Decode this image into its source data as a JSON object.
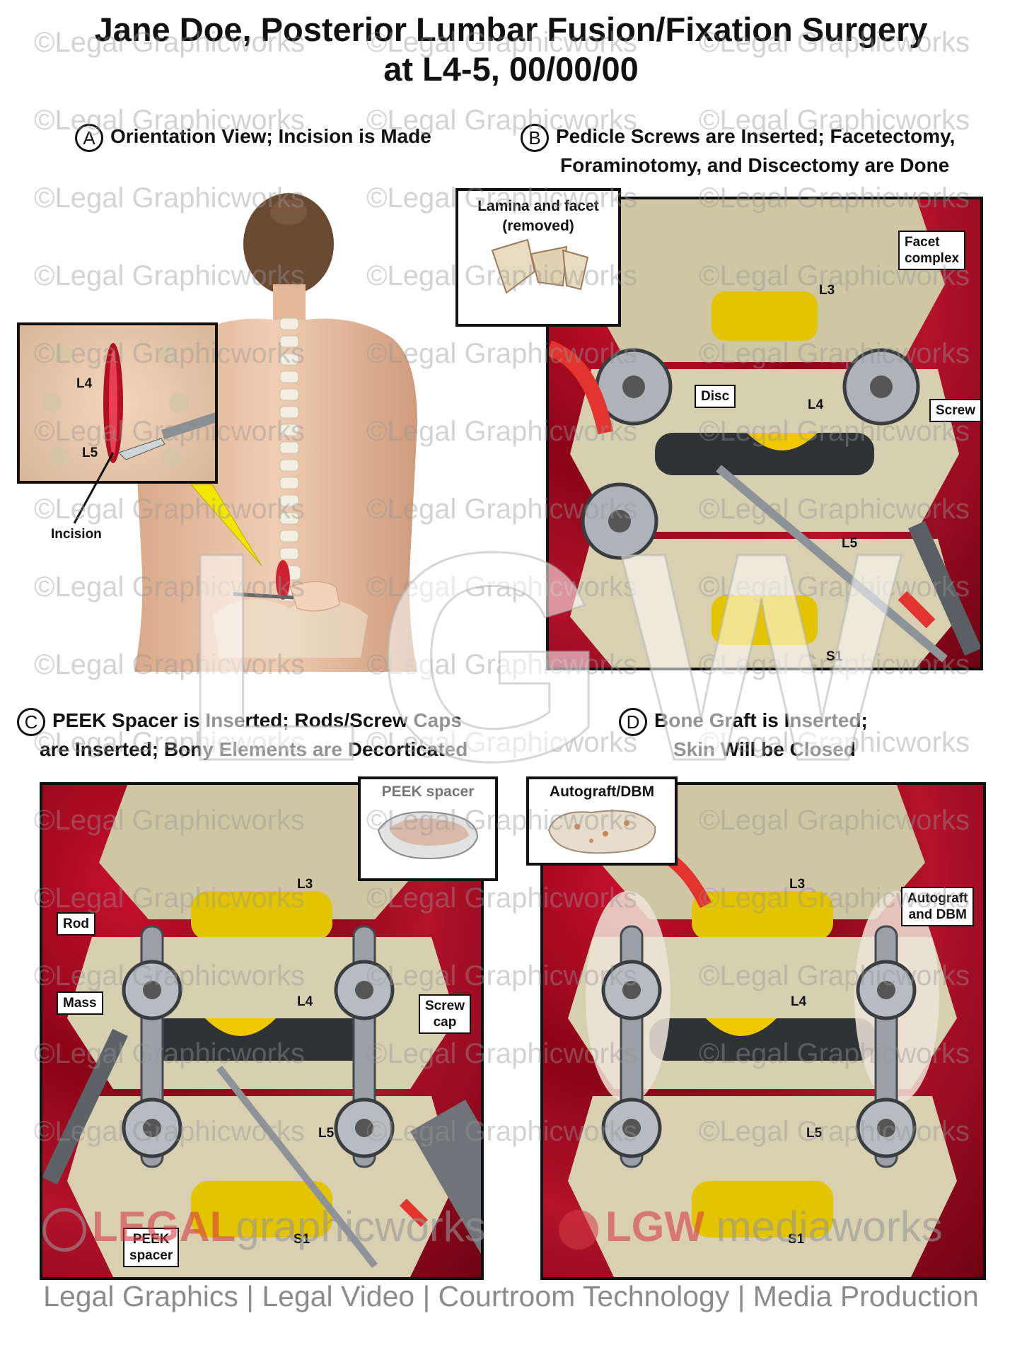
{
  "title": {
    "line1": "Jane Doe, Posterior Lumbar Fusion/Fixation Surgery",
    "line2": "at L4-5, 00/00/00"
  },
  "watermark": {
    "text": "©Legal Graphicworks",
    "big": "LGW"
  },
  "panels": {
    "a": {
      "letter": "A",
      "caption": "Orientation View; Incision is Made",
      "inset_levels": [
        "L4",
        "L5"
      ],
      "incision_label": "Incision"
    },
    "b": {
      "letter": "B",
      "caption_line1": "Pedicle Screws are Inserted; Facetectomy,",
      "caption_line2": "Foraminotomy, and Discectomy are Done",
      "inset_title_line1": "Lamina and facet",
      "inset_title_line2": "(removed)",
      "labels": {
        "facet": "Facet\ncomplex",
        "disc": "Disc",
        "screw": "Screw"
      },
      "levels": [
        "L3",
        "L4",
        "L5",
        "S1"
      ]
    },
    "c": {
      "letter": "C",
      "caption_line1": "PEEK Spacer is Inserted; Rods/Screw Caps",
      "caption_line2": "are Inserted; Bony Elements are Decorticated",
      "inset_title": "PEEK spacer",
      "labels": {
        "rod": "Rod",
        "mass": "Mass",
        "screw_cap": "Screw\ncap",
        "peek": "PEEK\nspacer"
      },
      "levels": [
        "L3",
        "L4",
        "L5",
        "S1"
      ]
    },
    "d": {
      "letter": "D",
      "caption_line1": "Bone Graft is Inserted;",
      "caption_line2": "Skin Will be Closed",
      "inset_title": "Autograft/DBM",
      "labels": {
        "autograft": "Autograft\nand DBM"
      },
      "levels": [
        "L3",
        "L4",
        "L5",
        "S1"
      ]
    }
  },
  "brands": {
    "legal_1": "LEGAL",
    "legal_2": "graphicworks",
    "lgw_1": "LGW",
    "lgw_2": "mediaworks"
  },
  "footer": "Legal Graphics | Legal Video | Courtroom Technology | Media Production",
  "colors": {
    "tissue_red": "#a0101f",
    "bone": "#d6cfb0",
    "disc_yellow": "#e3c400",
    "metal": "#9aa0a6"
  }
}
